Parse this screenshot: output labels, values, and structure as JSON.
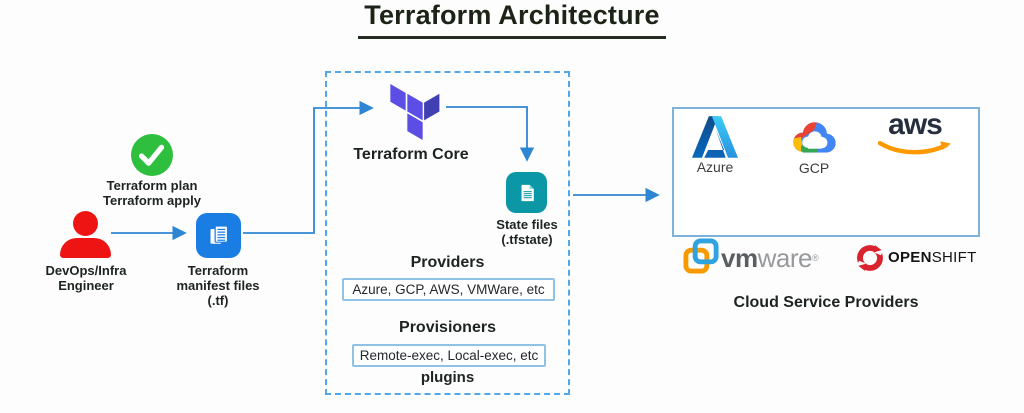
{
  "title": "Terraform Architecture",
  "workflow": {
    "check_caption_line1": "Terraform plan",
    "check_caption_line2": "Terraform apply",
    "engineer_line1": "DevOps/Infra",
    "engineer_line2": "Engineer",
    "manifest_line1": "Terraform",
    "manifest_line2": "manifest files",
    "manifest_line3": "(.tf)"
  },
  "core_box": {
    "core_label": "Terraform Core",
    "state_line1": "State files",
    "state_line2": "(.tfstate)",
    "providers_heading": "Providers",
    "providers_items": "Azure, GCP, AWS, VMWare, etc",
    "provisioners_heading": "Provisioners",
    "provisioners_items": "Remote-exec, Local-exec, etc",
    "plugins_label": "plugins"
  },
  "cloud_box": {
    "caption": "Cloud Service Providers",
    "azure_label": "Azure",
    "gcp_label": "GCP",
    "aws_wordmark": "aws",
    "vmware_vm": "vm",
    "vmware_ware": "ware",
    "vmware_reg": "®",
    "openshift_open": "OPEN",
    "openshift_shift": "SHIFT"
  },
  "colors": {
    "arrow_blue": "#2E86D3",
    "dashed_border": "#51A7E8",
    "terraform_purple": "#5C4EE5",
    "terraform_indigo": "#4040B2",
    "manifest_blue": "#1A7DE4",
    "state_teal": "#0B97A6",
    "check_green": "#2FBF3F",
    "engineer_red": "#EE1414",
    "aws_orange": "#FF9900",
    "openshift_red": "#D9232E"
  }
}
